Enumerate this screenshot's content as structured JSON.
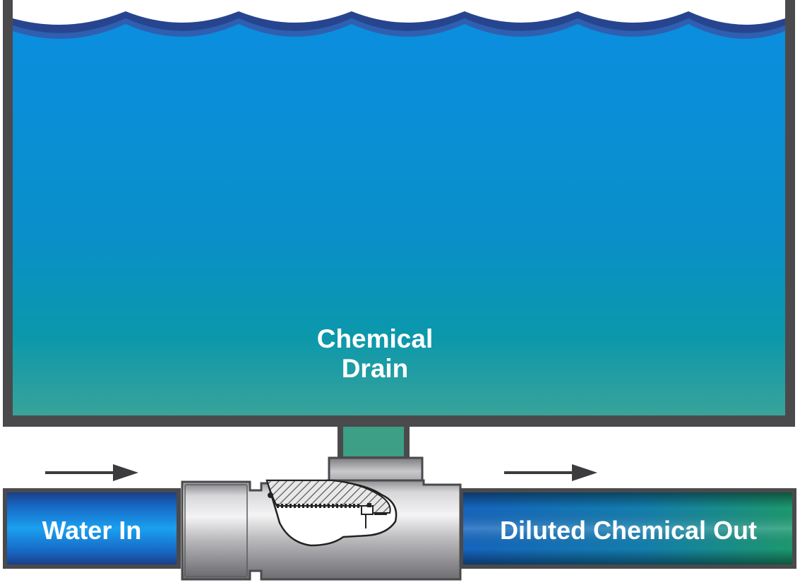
{
  "diagram": {
    "labels": {
      "chemical_drain_line1": "Chemical",
      "chemical_drain_line2": "Drain",
      "water_in": "Water In",
      "diluted_out": "Diluted Chemical Out"
    },
    "flow_arrows": [
      "arrow-right",
      "arrow-right"
    ],
    "colors": {
      "tank_wall": "#4a4a4c",
      "water_top": "#0b87d9",
      "water_bottom": "#3aa39a",
      "wave_dark": "#27458f",
      "drain_neck": "#3d9f86",
      "pipe_blue": "#1065c2",
      "pipe_green": "#1f8f73",
      "fitting_gray": "#b9b9bc",
      "label_text": "#ffffff"
    }
  }
}
